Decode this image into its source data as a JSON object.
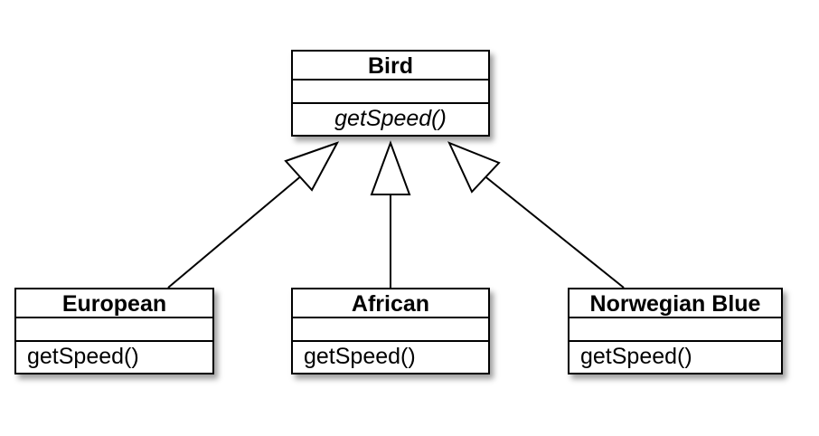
{
  "diagram": {
    "parent": {
      "name": "Bird",
      "operation": "getSpeed()",
      "operation_style": "abstract"
    },
    "children": [
      {
        "name": "European",
        "operation": "getSpeed()"
      },
      {
        "name": "African",
        "operation": "getSpeed()"
      },
      {
        "name": "Norwegian Blue",
        "operation": "getSpeed()"
      }
    ],
    "relationship": "generalization"
  }
}
